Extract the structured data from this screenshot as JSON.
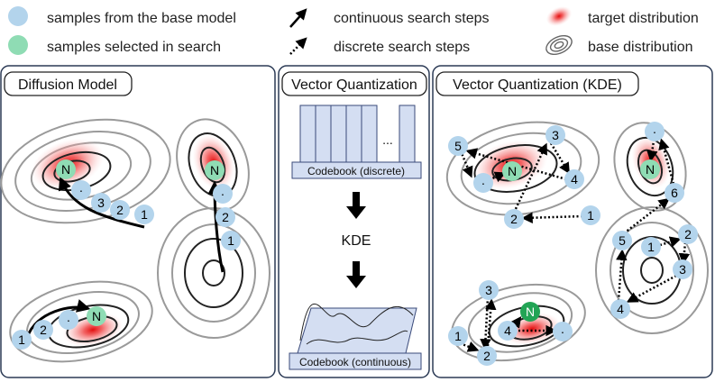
{
  "legend": {
    "base_samples": "samples from the base model",
    "selected_samples": "samples selected in search",
    "continuous_steps": "continuous search steps",
    "discrete_steps": "discrete search steps",
    "target": "target distribution",
    "base": "base distribution"
  },
  "colors": {
    "base_node": "#b3d4ec",
    "selected_node": "#8fdcb4",
    "selected_dark": "#22a455",
    "target_red": "#e60000",
    "contour": "#8a8a8a",
    "codebook_fill": "#d4def2",
    "codebook_stroke": "#3a4a7a"
  },
  "panels": {
    "diffusion": {
      "title": "Diffusion Model",
      "nodes": {
        "a1": "N",
        "a2": "·",
        "a3": "3",
        "a4": "2",
        "a5": "1",
        "b1": "N",
        "b2": "·",
        "b3": "2",
        "b4": "1",
        "c1": "1",
        "c2": "2",
        "c3": "·",
        "c4": "N"
      }
    },
    "vq": {
      "title": "Vector Quantization",
      "codebook_discrete": "Codebook (discrete)",
      "ellipsis": "...",
      "kde": "KDE",
      "codebook_continuous": "Codebook (continuous)"
    },
    "vq_kde": {
      "title": "Vector Quantization (KDE)",
      "nodes": {
        "t5": "5",
        "tn": "N",
        "t3": "3",
        "t4": "4",
        "td": "·",
        "t2": "2",
        "t1": "1",
        "rd": "·",
        "rn": "N",
        "r6": "6",
        "m5": "5",
        "m1": "1",
        "m2": "2",
        "m3": "3",
        "m4": "4",
        "b3": "3",
        "bn": "N",
        "b1": "1",
        "b4": "4",
        "bd": "·",
        "b2": "2"
      }
    }
  }
}
